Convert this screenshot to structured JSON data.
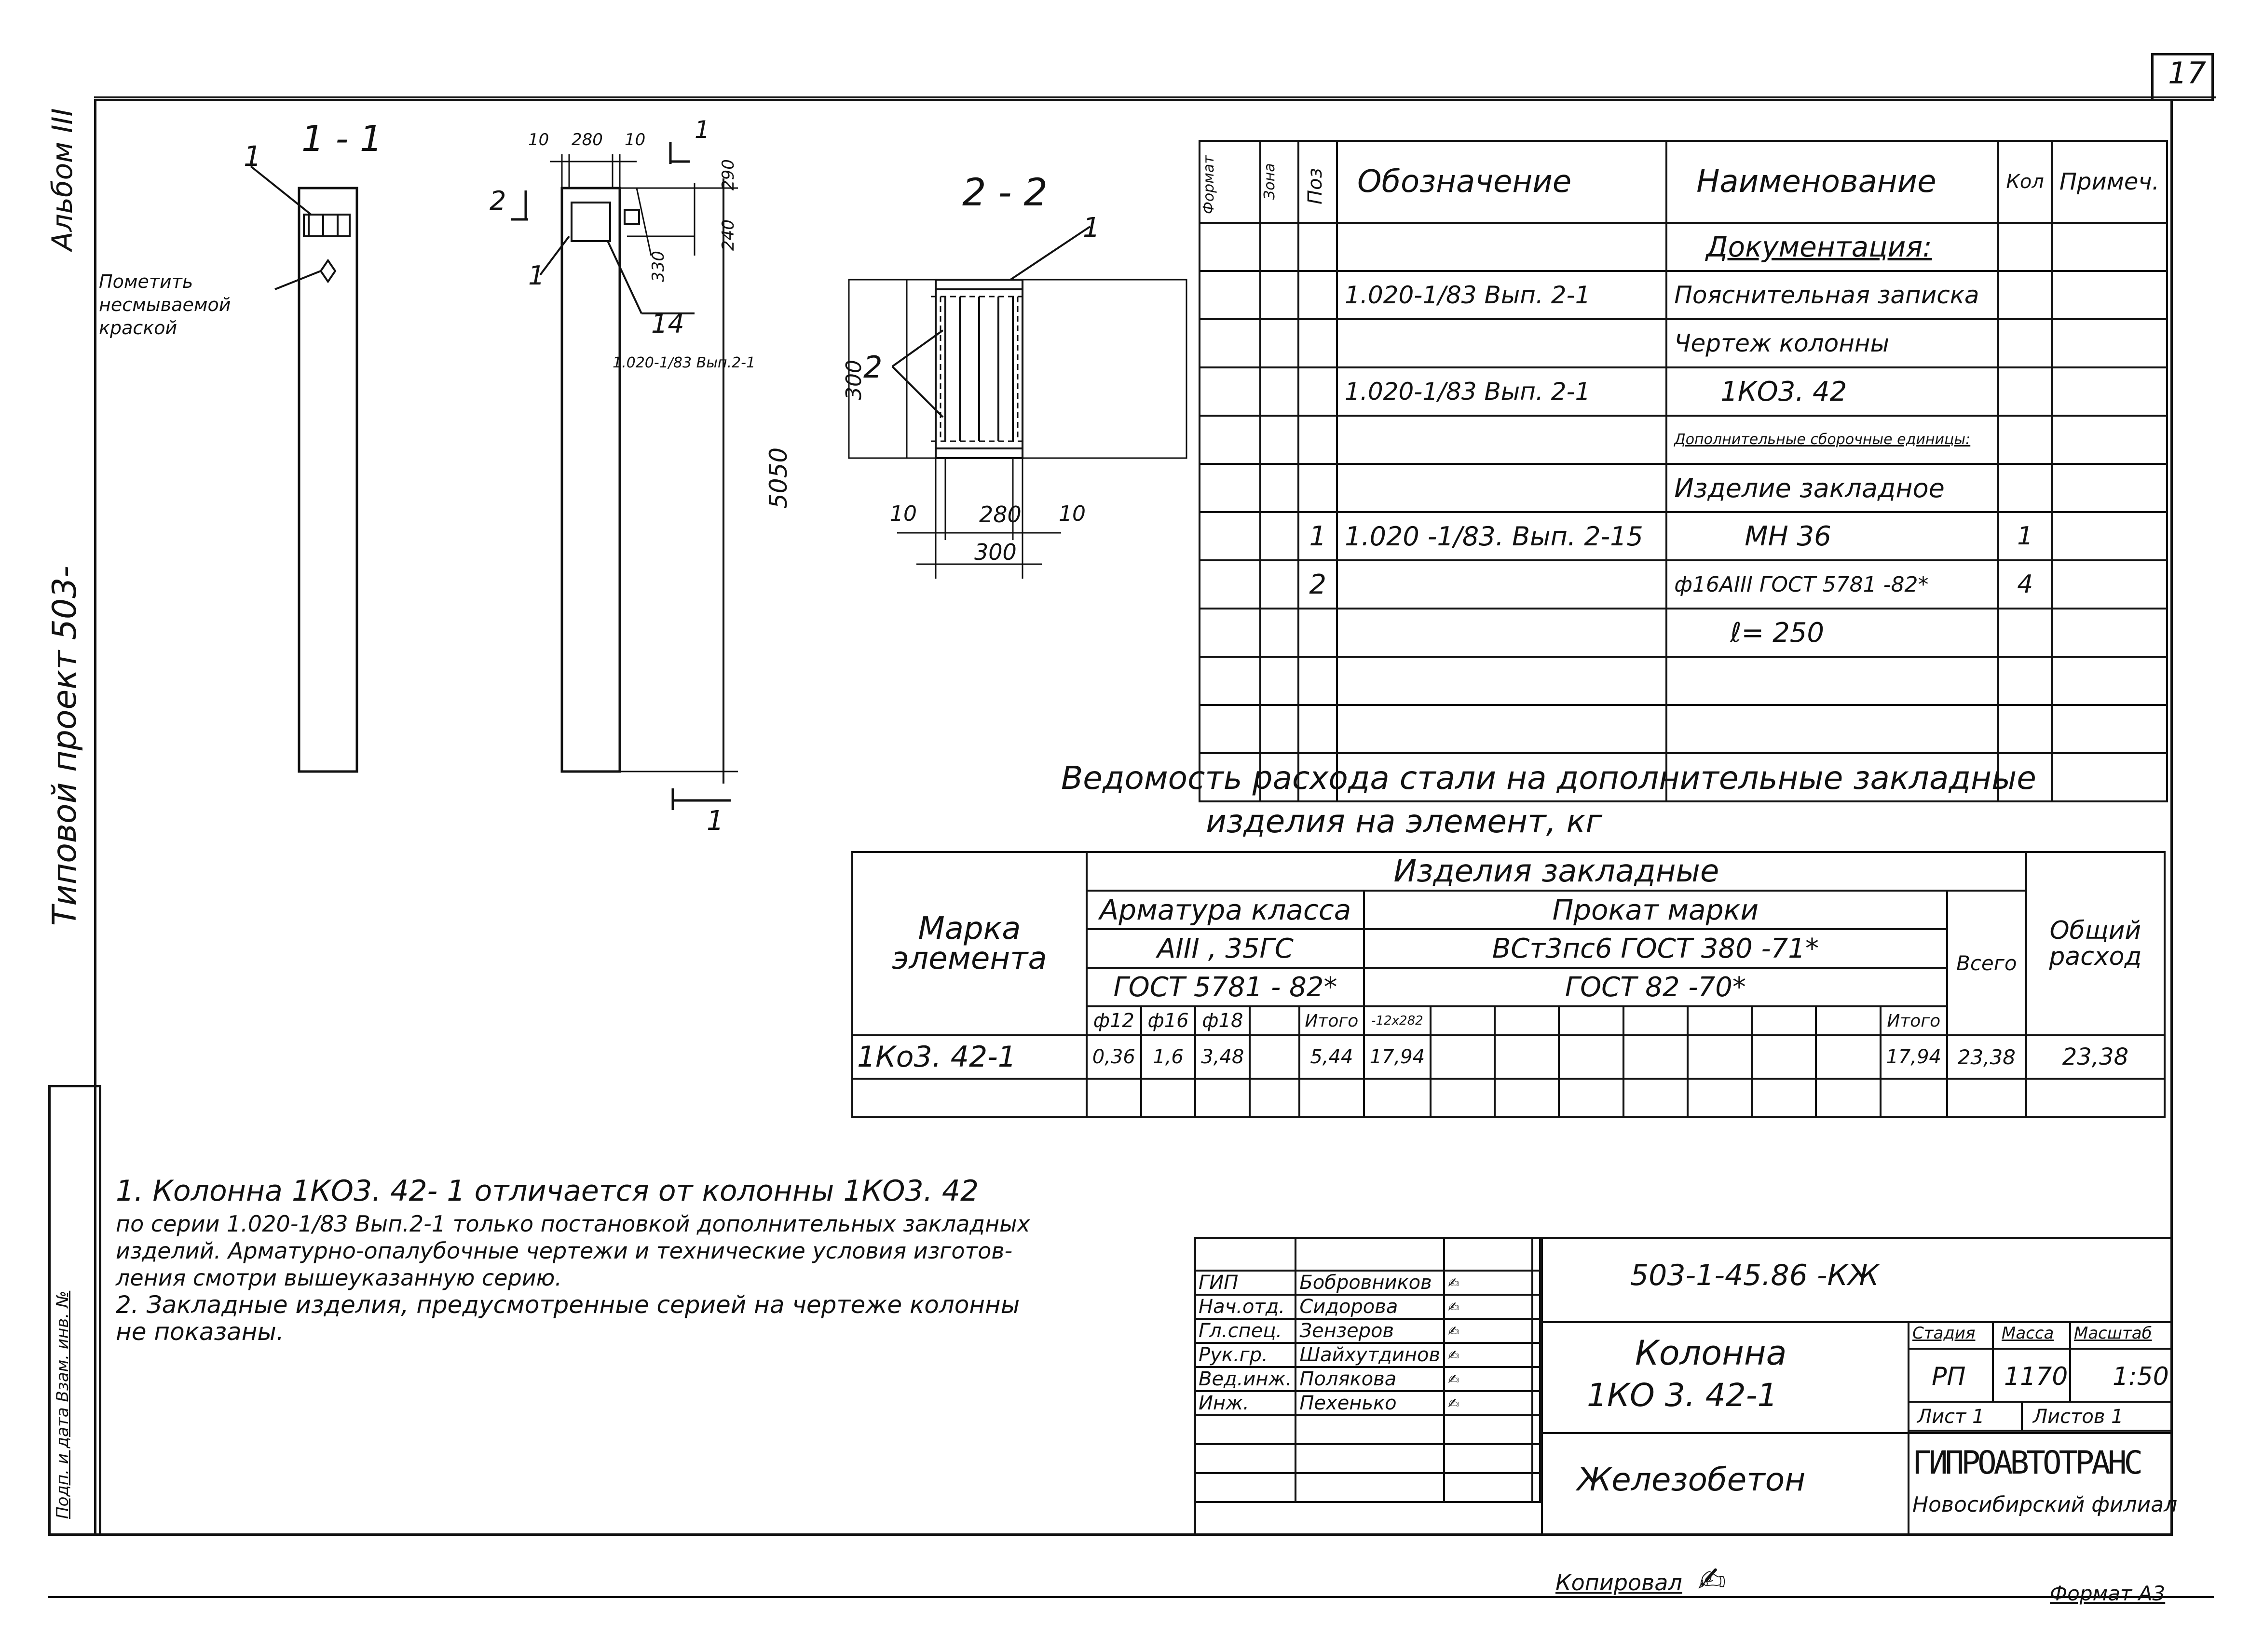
{
  "sheet": {
    "number": "17",
    "album": "Альбом III",
    "project": "Типовой проект 503-"
  },
  "section_1": {
    "title": "1 - 1",
    "callout": "1",
    "note": "Пометить несмываемой краской"
  },
  "column_view": {
    "dims_top": [
      "10",
      "280",
      "10"
    ],
    "dims_right": [
      "290",
      "240",
      "330"
    ],
    "section_mark": "1",
    "section_mark_left": "2",
    "label_callout": "1",
    "label_14": "14",
    "ref": "1.020-1/83 Вып.2-1",
    "height": "5050",
    "bottom_mark": "1"
  },
  "section_2": {
    "title": "2 - 2",
    "callout_1": "1",
    "callout_2": "2",
    "dim_300v": "300",
    "dims_bottom": [
      "10",
      "280",
      "10"
    ],
    "dim_total": "300"
  },
  "spec": {
    "headers": [
      "Формат",
      "Зона",
      "Поз",
      "Обозначение",
      "Наименование",
      "Кол",
      "Примеч."
    ],
    "rows": [
      {
        "pos": "",
        "code": "",
        "name": "Документация:",
        "qty": "",
        "note": ""
      },
      {
        "pos": "",
        "code": "1.020-1/83 Вып. 2-1",
        "name": "Пояснительная записка",
        "qty": "",
        "note": ""
      },
      {
        "pos": "",
        "code": "",
        "name": "Чертеж колонны",
        "qty": "",
        "note": ""
      },
      {
        "pos": "",
        "code": "1.020-1/83 Вып. 2-1",
        "name": "1КО3. 42",
        "qty": "",
        "note": ""
      },
      {
        "pos": "",
        "code": "",
        "name": "Дополнительные сборочные единицы:",
        "qty": "",
        "note": ""
      },
      {
        "pos": "",
        "code": "",
        "name": "Изделие закладное",
        "qty": "",
        "note": ""
      },
      {
        "pos": "1",
        "code": "1.020 -1/83. Вып. 2-15",
        "name": "МН 36",
        "qty": "1",
        "note": ""
      },
      {
        "pos": "2",
        "code": "",
        "name": "ф16АIII ГОСТ 5781 -82*",
        "qty": "4",
        "note": ""
      },
      {
        "pos": "",
        "code": "",
        "name": "ℓ= 250",
        "qty": "",
        "note": ""
      },
      {
        "pos": "",
        "code": "",
        "name": "",
        "qty": "",
        "note": ""
      },
      {
        "pos": "",
        "code": "",
        "name": "",
        "qty": "",
        "note": ""
      },
      {
        "pos": "",
        "code": "",
        "name": "",
        "qty": "",
        "note": ""
      }
    ]
  },
  "steel": {
    "title_1": "Ведомость расхода стали на дополнительные закладные",
    "title_2": "изделия на элемент, кг",
    "h_items": "Изделия закладные",
    "h_mark": "Марка элемента",
    "h_armature": "Арматура класса",
    "h_arm_grade": "АIII , 35ГС",
    "h_arm_gost": "ГОСТ 5781 - 82*",
    "h_rolled": "Прокат марки",
    "h_rolled_grade": "ВСт3пс6 ГОСТ 380 -71*",
    "h_rolled_gost": "ГОСТ 82 -70*",
    "h_total_all": "Всего",
    "h_overall": "Общий расход",
    "sub": [
      "ф12",
      "ф16",
      "ф18",
      "",
      "Итого",
      "-12х282",
      "",
      "",
      "",
      "",
      "",
      "",
      "",
      "Итого"
    ],
    "row": {
      "mark": "1Ко3. 42-1",
      "vals": [
        "0,36",
        "1,6",
        "3,48",
        "",
        "5,44",
        "17,94",
        "",
        "",
        "",
        "",
        "",
        "",
        "",
        "17,94"
      ],
      "total": "23,38",
      "overall": "23,38"
    }
  },
  "notes": [
    "1. Колонна 1КО3. 42- 1    отличается от колонны 1КО3. 42",
    "по серии 1.020-1/83 Вып.2-1 только постановкой дополнительных закладных",
    "изделий. Арматурно-опалубочные чертежи и технические условия изготов-",
    "ления смотри вышеуказанную серию.",
    "2. Закладные изделия, предусмотренные серией на чертеже колонны",
    "не показаны."
  ],
  "stamp": {
    "people": [
      {
        "role": "ГИП",
        "name": "Бобровников"
      },
      {
        "role": "Нач.отд.",
        "name": "Сидорова"
      },
      {
        "role": "Гл.спец.",
        "name": "Зензеров"
      },
      {
        "role": "Рук.гр.",
        "name": "Шайхутдинов"
      },
      {
        "role": "Вед.инж.",
        "name": "Полякова"
      },
      {
        "role": "Инж.",
        "name": "Пехенько"
      }
    ],
    "code": "503-1-45.86    -КЖ",
    "title_1": "Колонна",
    "title_2": "1КО 3. 42-1",
    "h_stage": "Стадия",
    "h_mass": "Масса",
    "h_scale": "Масштаб",
    "stage": "РП",
    "mass": "1170",
    "scale": "1:50",
    "sheet": "Лист 1",
    "sheets": "Листов 1",
    "material": "Железобетон",
    "org": "ГИПРОАВТОТРАНС",
    "branch": "Новосибирский филиал"
  },
  "side_stamp": "Подп. и дата  Взам. инв. №",
  "footer": {
    "copied": "Копировал",
    "format": "Формат А3"
  }
}
